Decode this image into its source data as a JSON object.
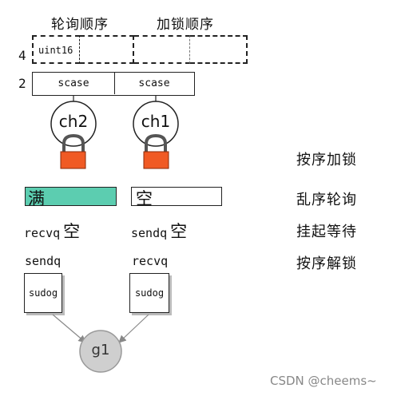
{
  "header": {
    "poll_order": "轮询顺序",
    "lock_order": "加锁顺序"
  },
  "rows": {
    "row_count_top": "4",
    "row_count_bottom": "2",
    "uint16_label": "uint16",
    "scase_left": "scase",
    "scase_right": "scase"
  },
  "channels": {
    "left": "ch2",
    "right": "ch1"
  },
  "buffers": {
    "full": "满",
    "empty": "空"
  },
  "queues": {
    "recvq_left": "recvq",
    "recvq_left_state": "空",
    "sendq_right": "sendq",
    "sendq_right_state": "空",
    "sendq_left": "sendq",
    "recvq_right": "recvq",
    "sudog_left": "sudog",
    "sudog_right": "sudog"
  },
  "goroutine": {
    "label": "g1"
  },
  "steps": [
    "按序加锁",
    "乱序轮询",
    "挂起等待",
    "按序解锁"
  ],
  "watermark": "CSDN @cheems~",
  "colors": {
    "full_buffer": "#5ccdb0",
    "lock_body": "#f05a24",
    "goroutine_fill": "#cfcfcf"
  }
}
